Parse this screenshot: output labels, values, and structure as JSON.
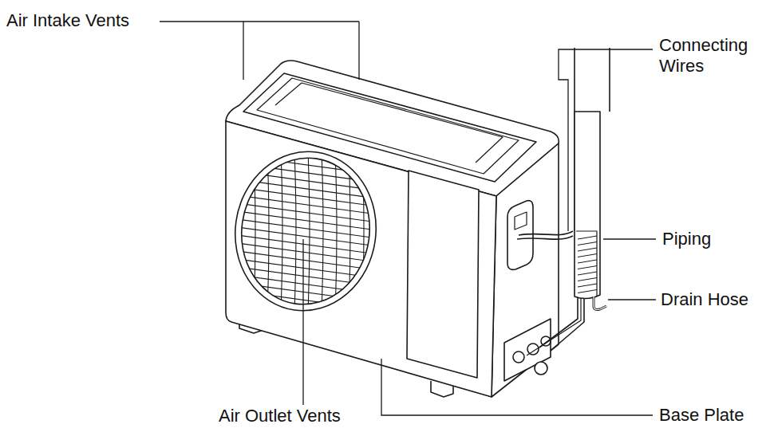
{
  "diagram": {
    "labels": [
      "Air Intake Vents",
      "Connecting Wires",
      "Piping",
      "Drain Hose",
      "Air Outlet Vents",
      "Base Plate"
    ]
  }
}
